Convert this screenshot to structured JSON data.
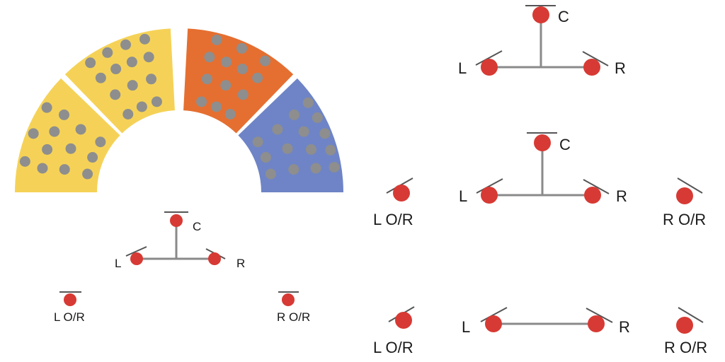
{
  "colors": {
    "left_wedge": "#F5D257",
    "center_left_wedge": "#F5D257",
    "center_right_wedge": "#E56F30",
    "right_wedge": "#6E84C6",
    "seat": "#8E8E8E",
    "node": "#D73A34",
    "connector": "#8A8A8A"
  },
  "parliament": {
    "wedges": [
      {
        "id": "left",
        "color_key": "left_wedge",
        "seats": 13
      },
      {
        "id": "center-left",
        "color_key": "center_left_wedge",
        "seats": 14
      },
      {
        "id": "center-right",
        "color_key": "center_right_wedge",
        "seats": 13
      },
      {
        "id": "right",
        "color_key": "right_wedge",
        "seats": 15
      }
    ]
  },
  "labels": {
    "center": "C",
    "left": "L",
    "right": "R",
    "left_outside": "L O/R",
    "right_outside": "R O/R"
  }
}
